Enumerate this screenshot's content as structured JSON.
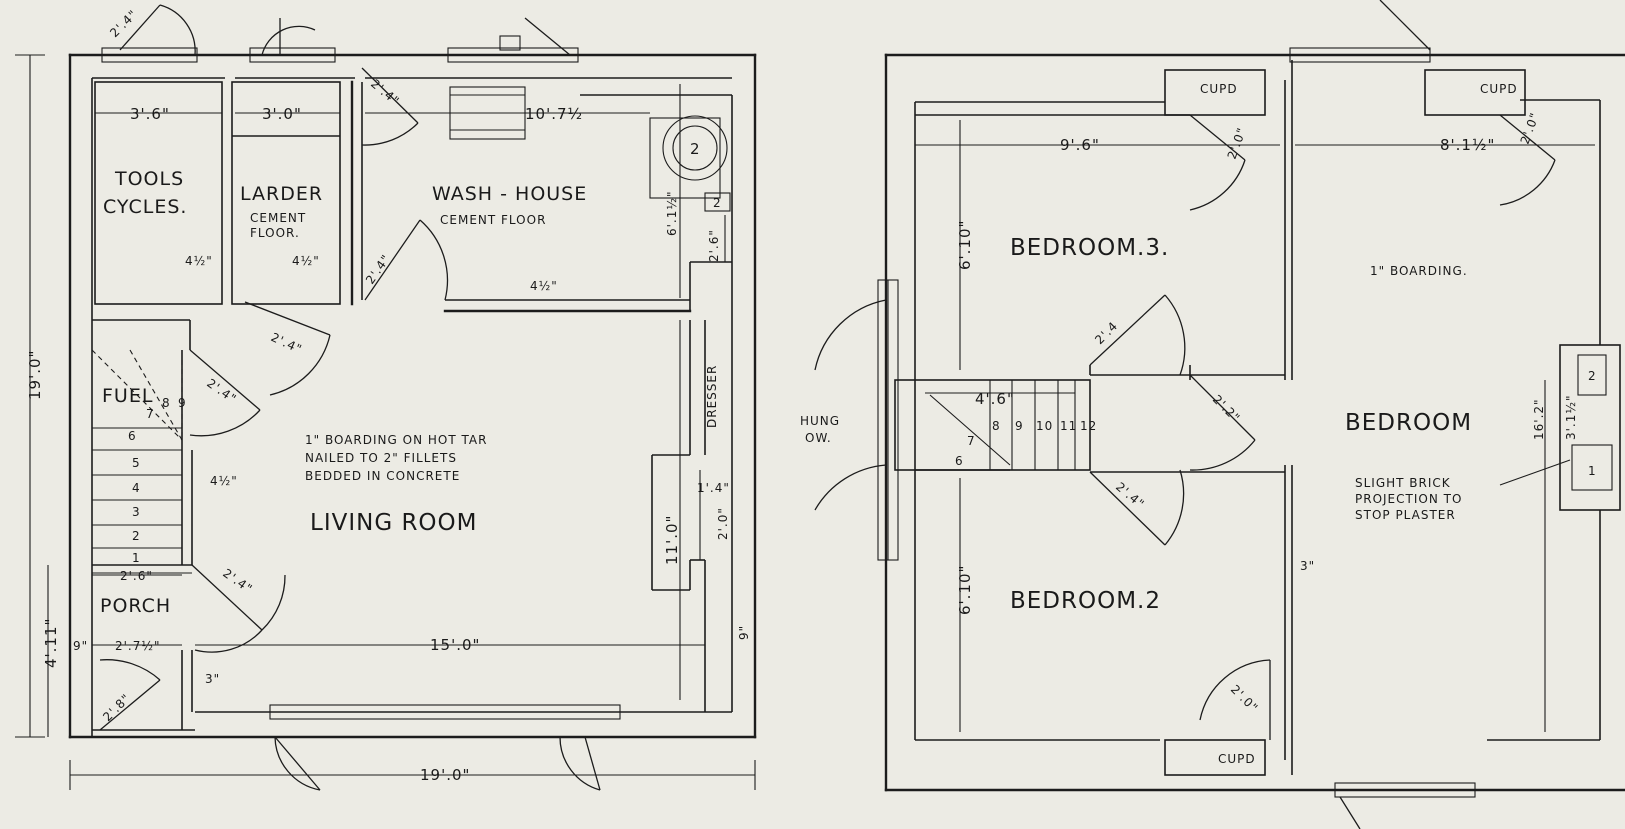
{
  "ground_floor": {
    "rooms": {
      "tools": "TOOLS",
      "cycles": "CYCLES.",
      "larder": "LARDER",
      "larder_note_1": "CEMENT",
      "larder_note_2": "FLOOR.",
      "wash_house": "WASH - HOUSE",
      "wash_house_note": "CEMENT   FLOOR",
      "fuel": "FUEL",
      "porch": "PORCH",
      "living_room": "LIVING    ROOM",
      "dresser": "DRESSER"
    },
    "floor_note": [
      "1\" BOARDING  ON  HOT  TAR",
      "NAILED  TO  2\"  FILLETS",
      "BEDDED  IN  CONCRETE"
    ],
    "copper_number": "2",
    "sink_number": "2",
    "stair_steps": [
      "1",
      "2",
      "3",
      "4",
      "5",
      "6",
      "7",
      "8",
      "9"
    ],
    "dimensions": {
      "tools_width": "3'.6\"",
      "larder_width": "3'.0\"",
      "wash_house_width": "10'.7½",
      "door_tools": "2'.4\"",
      "door_wash_top": "2'.4\"",
      "door_larder_wash": "2'.4\"",
      "door_larder_living": "2'.4\"",
      "door_fuel": "2'.4\"",
      "door_porch_living": "2'.4\"",
      "door_porch": "2'.8\"",
      "wall_tools": "4½\"",
      "wall_larder": "4½\"",
      "wall_wash": "4½\"",
      "wall_stair": "4½\"",
      "wash_depth": "6'.1½\"",
      "sink_depth": "2'.6\"",
      "overall_depth": "19'.0\"",
      "porch_depth": "4'.11\"",
      "porch_inner": "2'.6\"",
      "porch_width": "2'.7½\"",
      "porch_wall": "9\"",
      "living_width": "15'.0\"",
      "right_wall": "9\"",
      "living_depth": "11'.0\"",
      "dresser_depth": "2'.0\"",
      "dresser_small": "1'.4\"",
      "porch_gap": "3\"",
      "overall_width": "19'.0\""
    }
  },
  "first_floor": {
    "rooms": {
      "bedroom_3": "BEDROOM.3.",
      "bedroom_2": "BEDROOM.2",
      "bedroom_1": "BEDROOM"
    },
    "notes": {
      "boarding": "1\" BOARDING.",
      "brick": [
        "SLIGHT  BRICK",
        "PROJECTION TO",
        "STOP  PLASTER"
      ],
      "hung_1": "HUNG",
      "hung_2": "OW."
    },
    "cupboards": [
      "CUPD",
      "CUPD",
      "CUPD"
    ],
    "stair_steps": [
      "6",
      "7",
      "8",
      "9",
      "10",
      "11",
      "12"
    ],
    "numbers": [
      "2",
      "1"
    ],
    "dimensions": {
      "bed3_width": "9'.6\"",
      "bed1_width": "8'.1½\"",
      "cup_1": "2'.0\"",
      "cup_2": "2'.0\"",
      "cup_3": "2'.0\"",
      "bed3_depth": "6'.10\"",
      "bed2_depth": "6'.10\"",
      "landing": "4'.6\"",
      "door_bed3": "2'.4",
      "door_bed1": "2'.2\"",
      "door_bed2": "2'.4\"",
      "partition": "3\"",
      "bed1_depth": "16'.2\"",
      "chimney": "3'.1½\""
    }
  }
}
